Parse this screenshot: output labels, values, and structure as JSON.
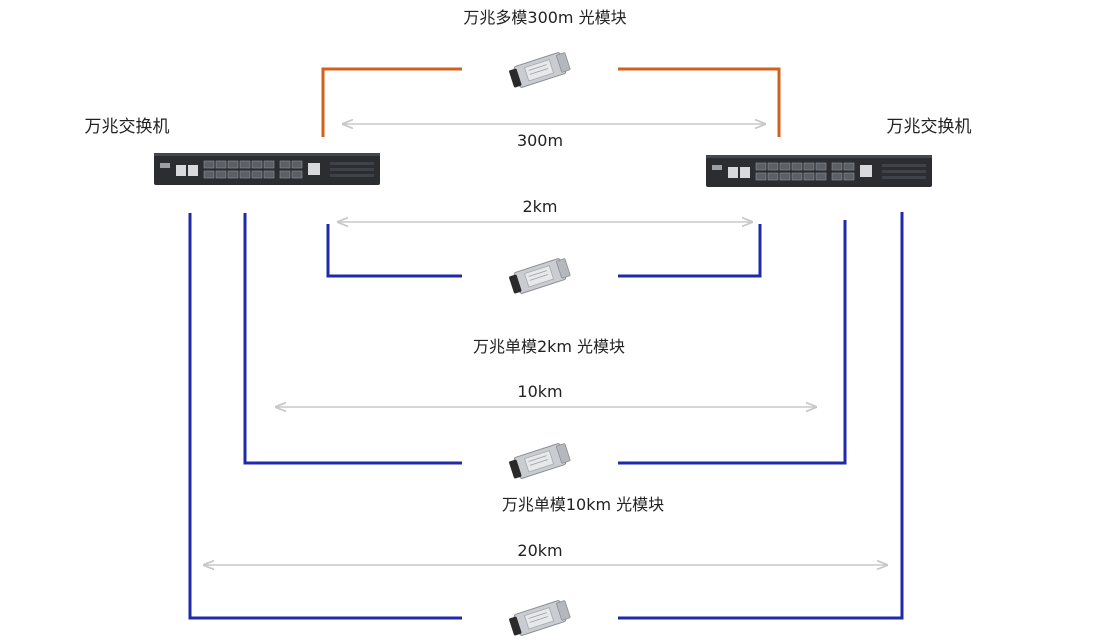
{
  "colors": {
    "multimode_fiber": "#d2601a",
    "singlemode_fiber": "#1f2aa8",
    "distance_arrow": "#c8c8c8",
    "switch_body": "#2b2d31",
    "module_body": "#c9ccd0"
  },
  "switches": {
    "left_label": "万兆交换机",
    "right_label": "万兆交换机",
    "icon": "network-switch-icon"
  },
  "modules": {
    "multimode_300m": "万兆多模300m 光模块",
    "singlemode_2km": "万兆单模2km 光模块",
    "singlemode_10km": "万兆单模10km 光模块",
    "icon": "sfp-transceiver-icon"
  },
  "distances": {
    "d300m": "300m",
    "d2km": "2km",
    "d10km": "10km",
    "d20km": "20km"
  }
}
